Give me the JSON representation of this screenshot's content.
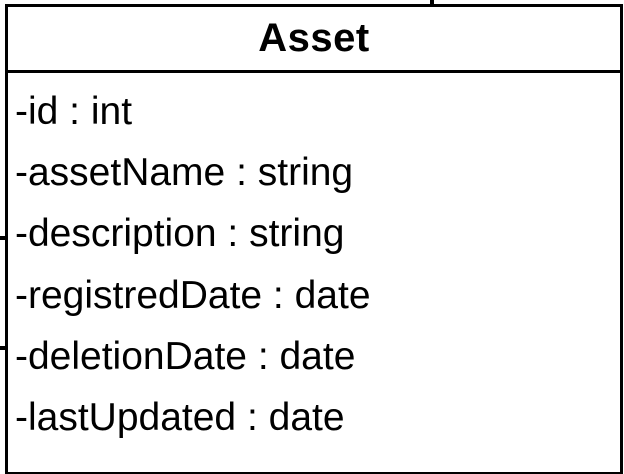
{
  "class": {
    "name": "Asset",
    "attributes": [
      "-id : int",
      "-assetName : string",
      "-description : string",
      "-registredDate : date",
      "-deletionDate : date",
      "-lastUpdated : date"
    ]
  }
}
